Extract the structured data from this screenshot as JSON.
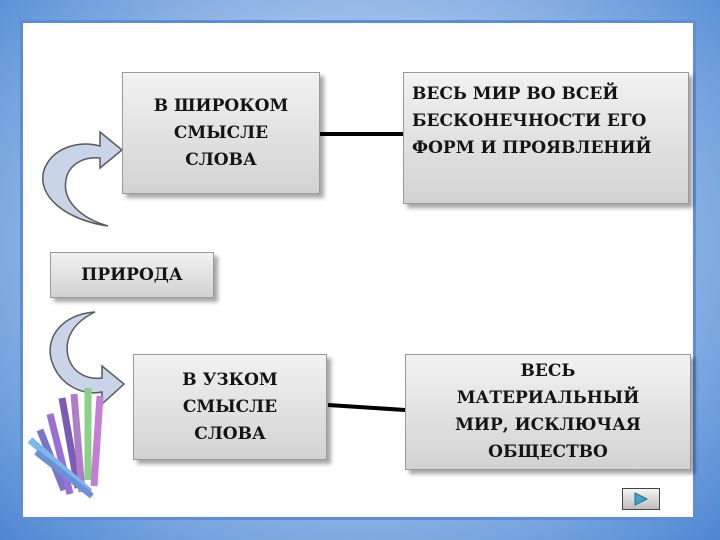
{
  "diagram": {
    "root": "ПРИРОДА",
    "broad_sense": "В ШИРОКОМ СМЫСЛЕ СЛОВА",
    "broad_definition": "ВЕСЬ МИР ВО ВСЕЙ БЕСКОНЕЧНОСТИ ЕГО ФОРМ  И ПРОЯВЛЕНИЙ",
    "narrow_sense": "В УЗКОМ СМЫСЛЕ СЛОВА",
    "narrow_definition": "ВЕСЬ МАТЕРИАЛЬНЫЙ МИР, ИСКЛЮЧАЯ ОБЩЕСТВО"
  },
  "icons": {
    "nav": "play-next-icon",
    "decor": "pencils-icon"
  },
  "colors": {
    "frame": "#5b8ed6",
    "arrow": "#c9d4e8",
    "nav_triangle": "#3aa6c9"
  }
}
